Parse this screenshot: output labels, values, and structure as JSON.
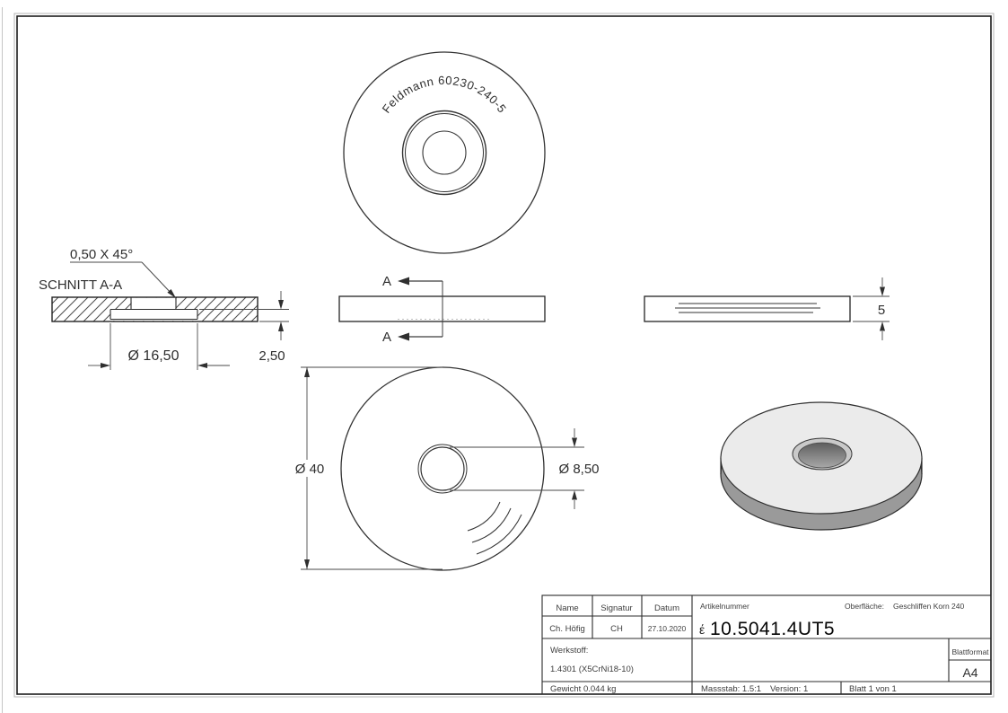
{
  "views": {
    "top": {
      "marking": "Feldmann 60230-240-5"
    },
    "section": {
      "title": "SCHNITT A-A",
      "chamfer": "0,50 X 45°",
      "countersink_diameter": "Ø 16,50",
      "countersink_depth": "2,50"
    },
    "cut": {
      "label_a_top": "A",
      "label_a_bottom": "A"
    },
    "side": {
      "thickness": "5"
    },
    "front": {
      "outer_diameter": "Ø 40",
      "hole_diameter": "Ø 8,50"
    }
  },
  "title_block": {
    "col_name": "Name",
    "col_signatur": "Signatur",
    "col_datum": "Datum",
    "name": "Ch. Höfig",
    "signatur": "CH",
    "datum": "27.10.2020",
    "artikelnummer_label": "Artikelnummer",
    "artikelnummer_prefix": "έ",
    "artikelnummer": "10.5041.4UT5",
    "oberflaeche_label": "Oberfläche:",
    "oberflaeche_value": "Geschliffen Korn 240",
    "werkstoff_label": "Werkstoff:",
    "werkstoff_value": "1.4301 (X5CrNi18-10)",
    "gewicht": "Gewicht 0.044 kg",
    "massstab": "Massstab: 1.5:1",
    "version": "Version: 1",
    "blatt": "Blatt 1 von 1",
    "blattformat_label": "Blattformat",
    "blattformat_value": "A4"
  },
  "colors": {
    "line": "#3c3c3c",
    "article_number_text": "#060606",
    "washer_face": "#ebebeb",
    "washer_rim": "#9a9a9a"
  }
}
